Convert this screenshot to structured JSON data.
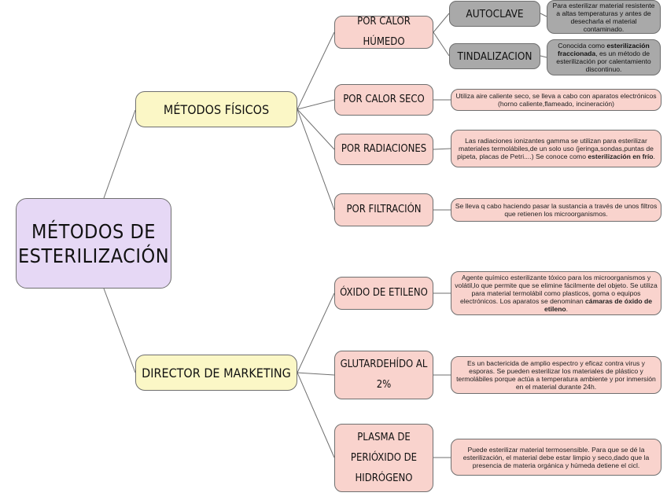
{
  "root": {
    "label": "MÉTODOS DE\nESTERILIZACIÓN"
  },
  "categories": [
    {
      "label": "MÉTODOS FÍSICOS"
    },
    {
      "label": "DIRECTOR DE MARKETING"
    }
  ],
  "subs": [
    {
      "label": "POR CALOR HÚMEDO"
    },
    {
      "label": "POR CALOR SECO"
    },
    {
      "label": "POR RADIACIONES"
    },
    {
      "label": "POR FILTRACIÓN"
    },
    {
      "label": "ÓXIDO DE ETILENO"
    },
    {
      "label": "GLUTARDEHÍDO AL\n2%"
    },
    {
      "label": "PLASMA DE\nPERIÓXIDO DE\nHIDRÓGENO"
    }
  ],
  "leaves": [
    {
      "label": "AUTOCLAVE"
    },
    {
      "label": "TINDALIZACION"
    }
  ],
  "descriptions": {
    "autoclave": "Para esterilizar material resistente a altas temperaturas y antes de desecharla el material contaminado.",
    "tindalizacion": {
      "pre": "Conocida como ",
      "bold": "esterilización fraccionada",
      "post": ", es un método de esterilización por calentamiento discontinuo."
    },
    "calor_seco": "Utiliza aire caliente seco, se lleva a cabo con aparatos electrónicos (horno caliente,flameado, incineración)",
    "radiaciones": {
      "pre": "Las radiaciones ionizantes gamma se utilizan para esterilizar materiales termolábiles,de un solo uso (jeringa,sondas,puntas de pipeta, placas de Petri....) Se conoce como ",
      "bold": "esterilización en frío",
      "post": "."
    },
    "filtracion": "Se lleva q cabo haciendo pasar la sustancia a través de unos filtros que retienen los microorganismos.",
    "oxido": {
      "pre": "Agente químico esterilizante tóxico para los microorganismos y volátil,lo que permite que se elimine fácilmente del objeto. Se utiliza para material termolábil como plasticos, goma o equipos electrónicos. Los aparatos se denominan ",
      "bold": "cámaras de óxido de etileno",
      "post": "."
    },
    "glutardehido": "Es un bactericida de amplio espectro y eficaz contra virus y esporas. Se pueden esterilizar los materiales de plástico y termolábiles porque actúa a temperatura ambiente y por inmersión en el material durante 24h.",
    "plasma": "Puede esterilizar material termosensible. Para que se dé la esterilización, el material debe estar limpio y seco,dado que la presencia de materia orgánica y húmeda detiene el cicl."
  },
  "colors": {
    "root": "#e6d8f5",
    "category": "#fbf7c6",
    "sub": "#f9d3cd",
    "leaf": "#a9a9a9",
    "line": "#6f6f6f"
  }
}
